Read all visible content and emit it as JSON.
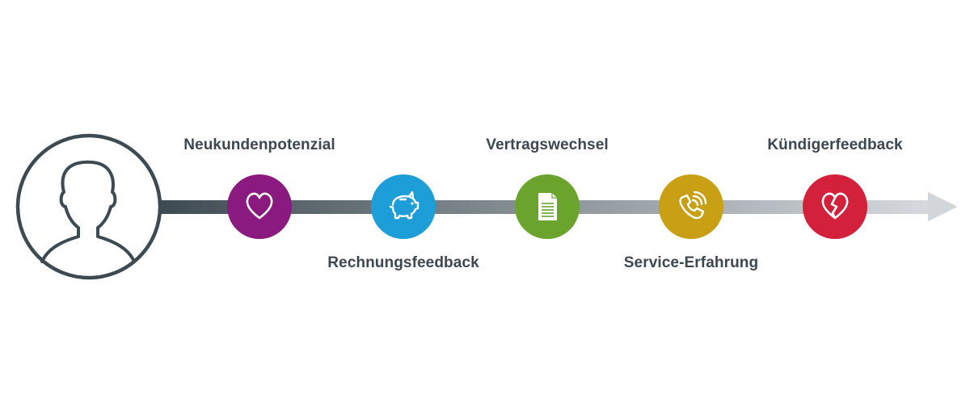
{
  "colors": {
    "line_start": "#3e4a52",
    "line_end": "#d6dade",
    "avatar_stroke": "#3e4a52",
    "label_text": "#3c4750"
  },
  "steps": [
    {
      "label": "Neukundenpotenzial",
      "icon": "heart-icon",
      "color": "#8a1a7f",
      "label_position": "above"
    },
    {
      "label": "Rechnungsfeedback",
      "icon": "piggy-bank-icon",
      "color": "#1d9ed8",
      "label_position": "below"
    },
    {
      "label": "Vertragswechsel",
      "icon": "document-icon",
      "color": "#6aa42c",
      "label_position": "above"
    },
    {
      "label": "Service-Erfahrung",
      "icon": "phone-icon",
      "color": "#c9a013",
      "label_position": "below"
    },
    {
      "label": "Kündigerfeedback",
      "icon": "broken-heart-icon",
      "color": "#d3213b",
      "label_position": "above"
    }
  ]
}
